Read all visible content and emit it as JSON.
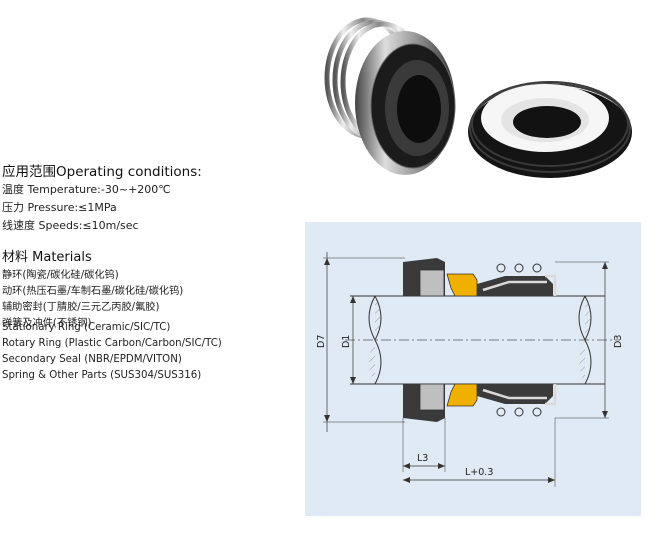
{
  "operating": {
    "title": "应用范围Operating conditions:",
    "lines": [
      "温度 Temperature:-30~+200℃",
      "压力 Pressure:≤1MPa",
      "线速度 Speeds:≤10m/sec"
    ]
  },
  "materials": {
    "title": "材料 Materials",
    "cn_lines": [
      "静环(陶瓷/碳化硅/碳化钨)",
      "动环(热压石墨/车制石墨/碳化硅/碳化钨)",
      "辅助密封(丁腈胶/三元乙丙胶/氟胶)",
      "弹簧及冲件(不锈钢)"
    ],
    "en_lines": [
      "Stationary Ring (Ceramic/SIC/TC)",
      "Rotary Ring (Plastic Carbon/Carbon/SIC/TC)",
      "Secondary Seal (NBR/EPDM/VITON)",
      "Spring & Other Parts (SUS304/SUS316)"
    ]
  },
  "drawing": {
    "labels": {
      "d7": "D7",
      "d1": "D1",
      "d3": "D3",
      "l3": "L3",
      "l_total": "L+0.3"
    }
  },
  "colors": {
    "panel_bg": "#dfeaf5",
    "rubber": "#3a3a3a",
    "carbon_ring": "#f0b000",
    "ceramic_ring": "#bfbfbf",
    "metal": "#d9d9d9"
  }
}
